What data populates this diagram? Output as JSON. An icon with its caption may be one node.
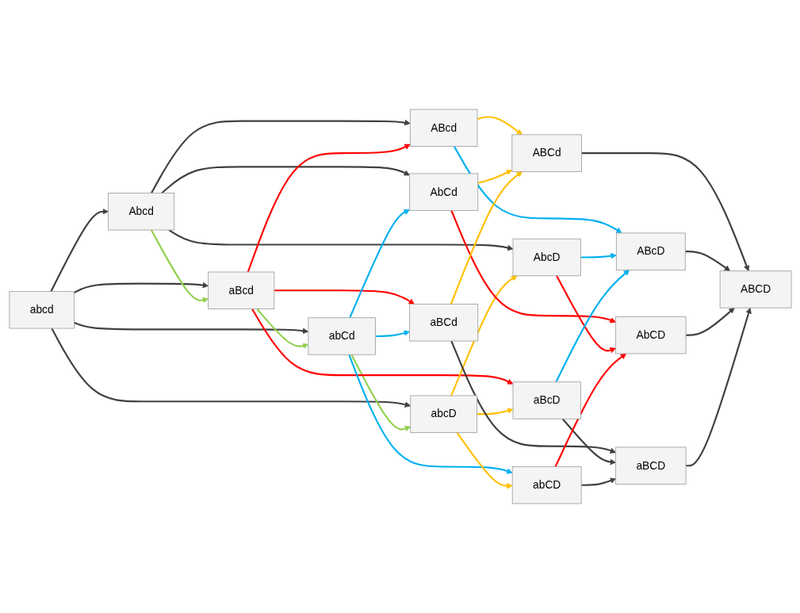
{
  "diagram": {
    "nodes": [
      {
        "text": [
          "abcd"
        ]
      },
      {
        "text": [
          "Abcd"
        ]
      },
      {
        "text": [
          "aBcd"
        ]
      },
      {
        "text": [
          "abCd"
        ]
      },
      {
        "text": [
          "abcD"
        ]
      },
      {
        "text": [
          "ABcd"
        ]
      },
      {
        "text": [
          "AbCd"
        ]
      },
      {
        "text": [
          "AbcD"
        ]
      },
      {
        "text": [
          "aBCd"
        ]
      },
      {
        "text": [
          "aBcD"
        ]
      },
      {
        "text": [
          "abCD"
        ]
      },
      {
        "text": [
          "ABCd"
        ]
      },
      {
        "text": [
          "ABcD"
        ]
      },
      {
        "text": [
          "AbCD"
        ]
      },
      {
        "text": [
          "aBCD"
        ]
      },
      {
        "text": [
          "ABCD"
        ]
      }
    ],
    "edges": [
      {
        "from": 0,
        "to": 1,
        "arrow": "to"
      },
      {
        "from": 0,
        "to": 2,
        "arrow": "to"
      },
      {
        "from": 0,
        "to": 3,
        "arrow": "to"
      },
      {
        "from": 0,
        "to": 4,
        "arrow": "to"
      },
      {
        "from": 1,
        "to": 2,
        "arrow": "to",
        "color": "#92d050"
      },
      {
        "from": 2,
        "to": 3,
        "arrow": "to",
        "color": "#92d050"
      },
      {
        "from": 3,
        "to": 4,
        "arrow": "to",
        "color": "#92d050"
      },
      {
        "from": 1,
        "to": 5,
        "arrow": "to"
      },
      {
        "from": 1,
        "to": 6,
        "arrow": "to"
      },
      {
        "from": 1,
        "to": 7,
        "arrow": "to"
      },
      {
        "from": 2,
        "to": 5,
        "arrow": "to",
        "color": "#ff0000"
      },
      {
        "from": 2,
        "to": 8,
        "arrow": "to",
        "color": "#ff0000"
      },
      {
        "from": 2,
        "to": 9,
        "arrow": "to",
        "color": "#ff0000"
      },
      {
        "from": 3,
        "to": 6,
        "arrow": "to",
        "color": "#00b0f0"
      },
      {
        "from": 3,
        "to": 8,
        "arrow": "to",
        "color": "#00b0f0"
      },
      {
        "from": 3,
        "to": 10,
        "arrow": "to",
        "color": "#00b0f0"
      },
      {
        "from": 4,
        "to": 7,
        "arrow": "to",
        "color": "#ffc000"
      },
      {
        "from": 4,
        "to": 9,
        "arrow": "to",
        "color": "#ffc000"
      },
      {
        "from": 4,
        "to": 10,
        "arrow": "to",
        "color": "#ffc000"
      },
      {
        "from": 5,
        "to": 11,
        "arrow": "to",
        "color": "#ffc000"
      },
      {
        "from": 5,
        "to": 12,
        "arrow": "to",
        "color": "#00b0f0"
      },
      {
        "from": 6,
        "to": 11,
        "arrow": "to",
        "color": "#ffc000"
      },
      {
        "from": 6,
        "to": 13,
        "arrow": "to",
        "color": "#ff0000"
      },
      {
        "from": 7,
        "to": 12,
        "arrow": "to",
        "color": "#00b0f0"
      },
      {
        "from": 7,
        "to": 13,
        "arrow": "to",
        "color": "#ff0000"
      },
      {
        "from": 8,
        "to": 11,
        "arrow": "to",
        "color": "#ffc000"
      },
      {
        "from": 8,
        "to": 14,
        "arrow": "to"
      },
      {
        "from": 9,
        "to": 12,
        "arrow": "to",
        "color": "#00b0f0"
      },
      {
        "from": 9,
        "to": 14,
        "arrow": "to"
      },
      {
        "from": 10,
        "to": 13,
        "arrow": "to",
        "color": "#ff0000"
      },
      {
        "from": 10,
        "to": 14,
        "arrow": "to"
      },
      {
        "from": 11,
        "to": 15,
        "arrow": "to"
      },
      {
        "from": 12,
        "to": 15,
        "arrow": "to"
      },
      {
        "from": 13,
        "to": 15,
        "arrow": "to"
      },
      {
        "from": 14,
        "to": 15,
        "arrow": "to"
      }
    ]
  }
}
